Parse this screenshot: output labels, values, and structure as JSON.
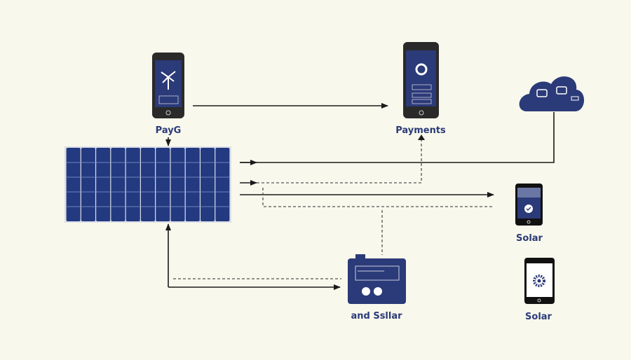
{
  "colors": {
    "background": "#f8f8ec",
    "navy": "#2b3a78",
    "line": "#1a1a1a"
  },
  "nodes": {
    "payg_phone": {
      "label": "PayG",
      "icon": "phone-with-wind-turbine-icon"
    },
    "payments_phone": {
      "label": "Payments",
      "icon": "phone-with-payment-icon"
    },
    "cloud": {
      "icon": "cloud-server-icon"
    },
    "solar_panel": {
      "icon": "solar-panel-icon"
    },
    "controller": {
      "label": "and Ssllar",
      "icon": "charge-controller-icon"
    },
    "solar_phone_1": {
      "label": "Solar",
      "icon": "phone-with-check-icon"
    },
    "solar_phone_2": {
      "label": "Solar",
      "icon": "tablet-with-gear-icon"
    }
  }
}
